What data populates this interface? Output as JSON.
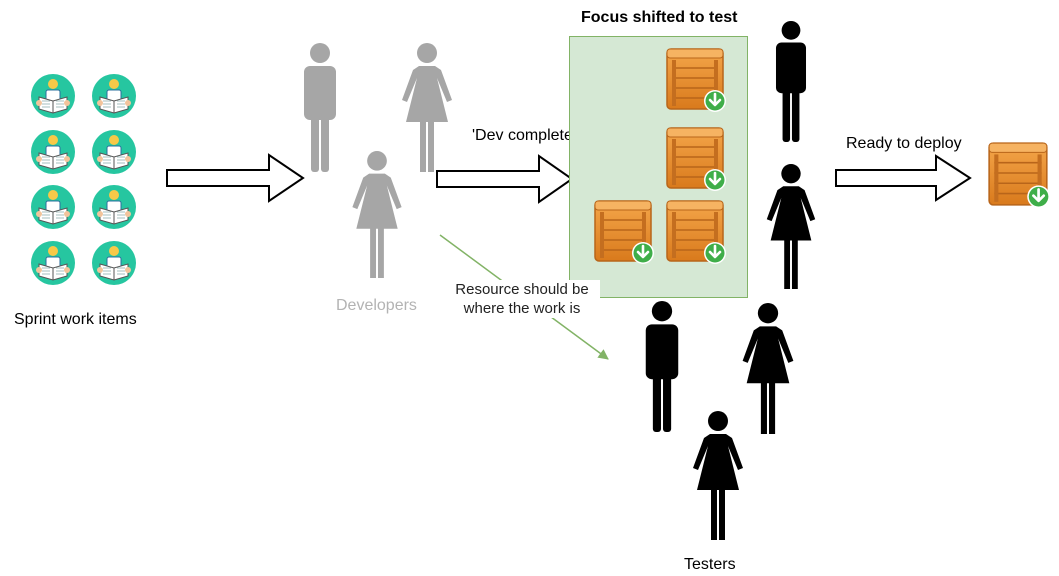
{
  "labels": {
    "sprint_work_items": "Sprint work items",
    "developers": "Developers",
    "focus_shifted": "Focus shifted to test",
    "dev_complete": "'Dev complete'",
    "ready_to_deploy": "Ready to deploy",
    "resource_line1": "Resource should be",
    "resource_line2": "where the work is",
    "testers": "Testers"
  },
  "colors": {
    "developer_figure": "#a6a6a6",
    "tester_figure": "#000000",
    "work_item_circle": "#26c6a0",
    "test_box_fill": "#d5e8d4",
    "test_box_border": "#82b366",
    "crate": "#e8912d",
    "download_badge": "#3fae49",
    "annotation_arrow": "#82b366"
  },
  "icons": {
    "work_item": "person-reading-icon",
    "package": "crate-download-icon",
    "male": "male-figure-icon",
    "female": "female-figure-icon"
  }
}
